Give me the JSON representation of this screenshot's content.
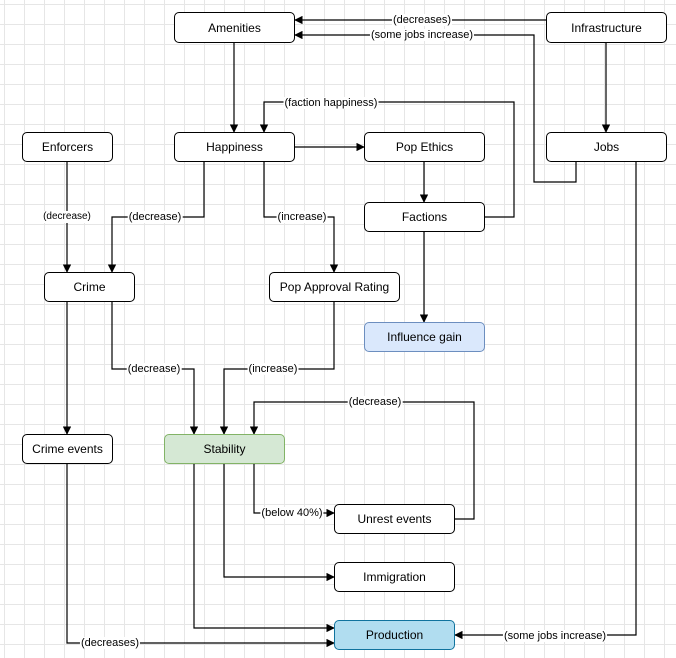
{
  "nodes": {
    "amenities": "Amenities",
    "infrastructure": "Infrastructure",
    "enforcers": "Enforcers",
    "happiness": "Happiness",
    "pop_ethics": "Pop Ethics",
    "jobs": "Jobs",
    "factions": "Factions",
    "crime": "Crime",
    "pop_approval_rating": "Pop Approval Rating",
    "influence_gain": "Influence gain",
    "crime_events": "Crime events",
    "stability": "Stability",
    "unrest_events": "Unrest events",
    "immigration": "Immigration",
    "production": "Production"
  },
  "edge_labels": {
    "infra_amenities_decreases": "(decreases)",
    "infra_amenities_jobs": "(some jobs increase)",
    "factions_happiness": "(faction happiness)",
    "enforcers_crime": "(decrease)",
    "happiness_crime": "(decrease)",
    "happiness_approval": "(increase)",
    "crime_stability": "(decrease)",
    "approval_stability": "(increase)",
    "unrest_stability": "(decrease)",
    "stability_unrest": "(below 40%)",
    "crime_events_production": "(decreases)",
    "jobs_production": "(some jobs increase)"
  }
}
